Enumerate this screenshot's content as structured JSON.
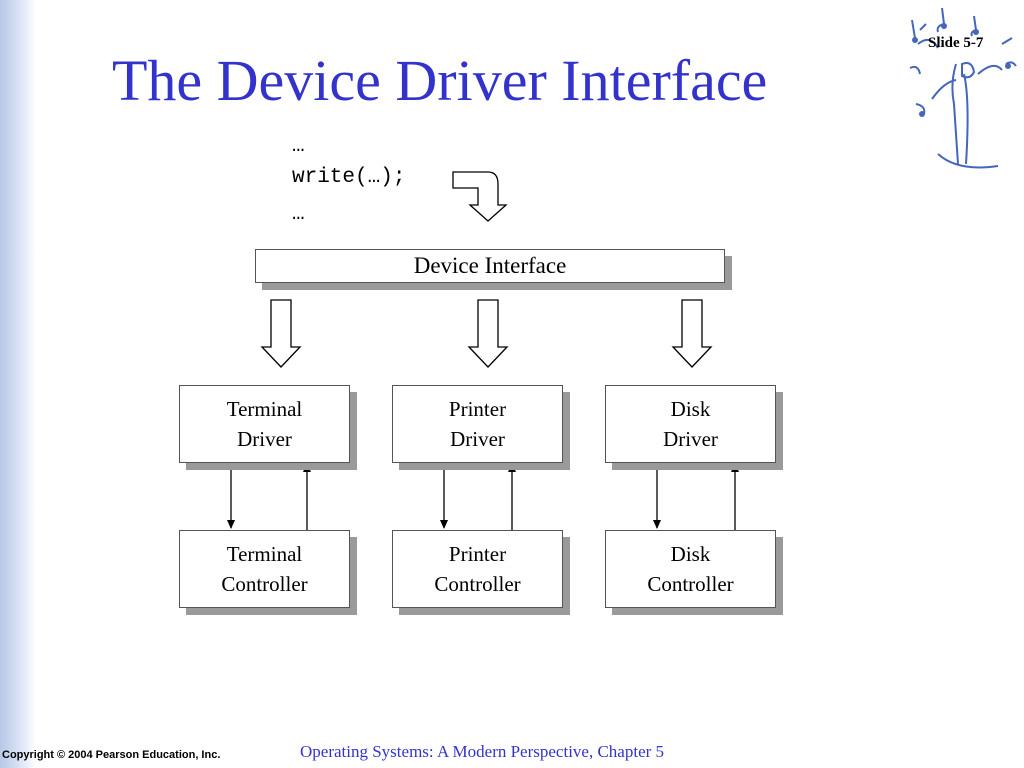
{
  "slide": {
    "title": "The Device Driver Interface",
    "number": "Slide 5-7"
  },
  "code": {
    "line1": "…",
    "line2": "write(…);",
    "line3": "…"
  },
  "interface_label": "Device Interface",
  "drivers": [
    {
      "line1": "Terminal",
      "line2": "Driver"
    },
    {
      "line1": "Printer",
      "line2": "Driver"
    },
    {
      "line1": "Disk",
      "line2": "Driver"
    }
  ],
  "controllers": [
    {
      "line1": "Terminal",
      "line2": "Controller"
    },
    {
      "line1": "Printer",
      "line2": "Controller"
    },
    {
      "line1": "Disk",
      "line2": "Controller"
    }
  ],
  "footer": {
    "copyright": "Copyright © 2004 Pearson Education, Inc.",
    "book": "Operating Systems: A Modern Perspective, Chapter 5"
  },
  "colors": {
    "title": "#3333cc",
    "sidebar": "#c8d4ee",
    "shadow": "#9a9a9a"
  },
  "icons": [
    "musician-logo",
    "hollow-down-arrow",
    "bent-hollow-arrow"
  ]
}
